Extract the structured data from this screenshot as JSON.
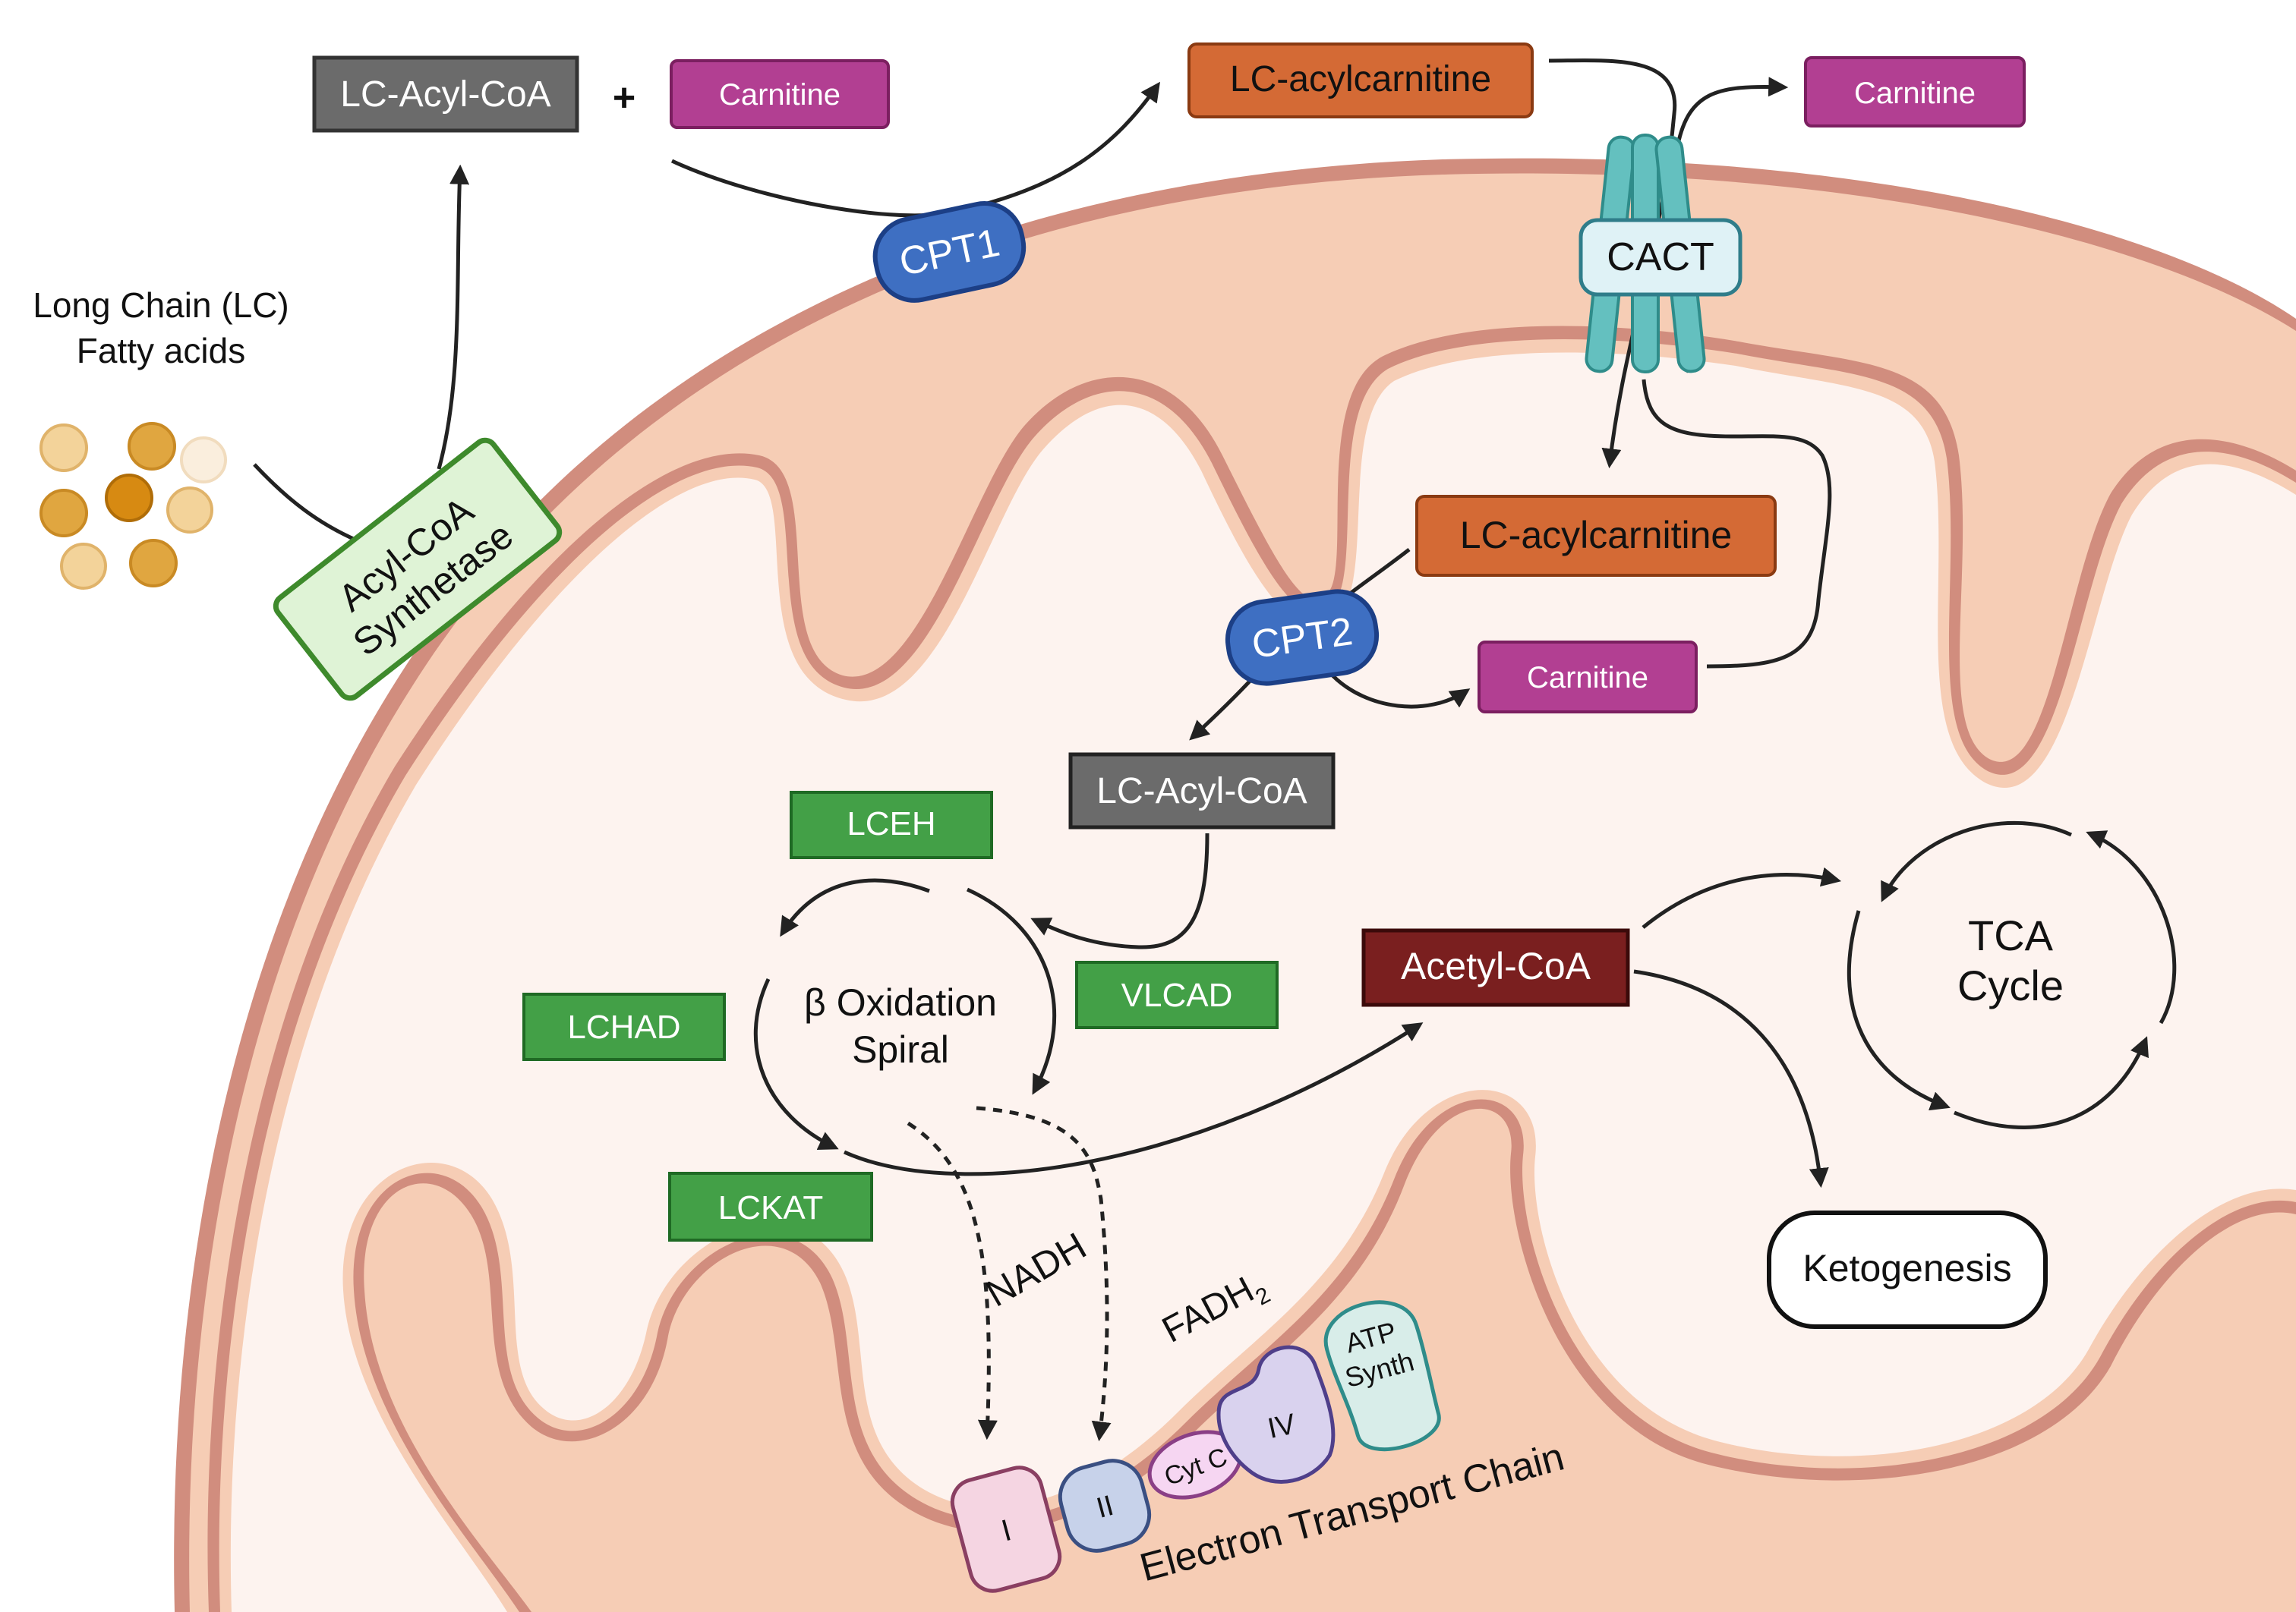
{
  "colors": {
    "membrane_outer": "#d18d7e",
    "membrane_inner": "#f6cdb5",
    "matrix": "#fdf3ef",
    "acyl_coa_box": "#6b6b6b",
    "carnitine_box": "#b23f92",
    "acylcarnitine_box": "#d46a35",
    "cpt_enzyme": "#3e6fc2",
    "cact_protein": "#64c0bf",
    "synthetase_fill": "#dff3d6",
    "synthetase_stroke": "#3e8a2c",
    "oxidation_enzyme": "#43a047",
    "acetyl_coa_box": "#7a1f1f",
    "fatty_acid_dot": "#e0a640",
    "etc_I": "#f5d5e2",
    "etc_II": "#c7d2ea",
    "etc_cytc": "#f6d6f2",
    "etc_IV": "#d9d2ee",
    "etc_atp": "#d8ede9"
  },
  "labels": {
    "fatty_acids_line1": "Long Chain (LC)",
    "fatty_acids_line2": "Fatty acids",
    "lc_acyl_coa_top": "LC-Acyl-CoA",
    "plus_sign": "+",
    "carnitine_top_left": "Carnitine",
    "lc_acylcarnitine_top": "LC-acylcarnitine",
    "carnitine_top_right": "Carnitine",
    "cpt1": "CPT1",
    "cact": "CACT",
    "synthetase_line1": "Acyl-CoA",
    "synthetase_line2": "Synthetase",
    "lc_acylcarnitine_inner": "LC-acylcarnitine",
    "cpt2": "CPT2",
    "carnitine_inner": "Carnitine",
    "lc_acyl_coa_inner": "LC-Acyl-CoA",
    "lceh": "LCEH",
    "vlcad": "VLCAD",
    "lchad": "LCHAD",
    "lckat": "LCKAT",
    "beta_ox_line1": "β Oxidation",
    "beta_ox_line2": "Spiral",
    "acetyl_coa": "Acetyl-CoA",
    "tca_line1": "TCA",
    "tca_line2": "Cycle",
    "ketogenesis": "Ketogenesis",
    "nadh": "NADH",
    "fadh2_main": "FADH",
    "fadh2_sub": "2",
    "etc_I": "I",
    "etc_II": "II",
    "etc_cytc": "Cyt C",
    "etc_IV": "IV",
    "etc_atp_line1": "ATP",
    "etc_atp_line2": "Synth",
    "etc_label": "Electron Transport Chain"
  }
}
